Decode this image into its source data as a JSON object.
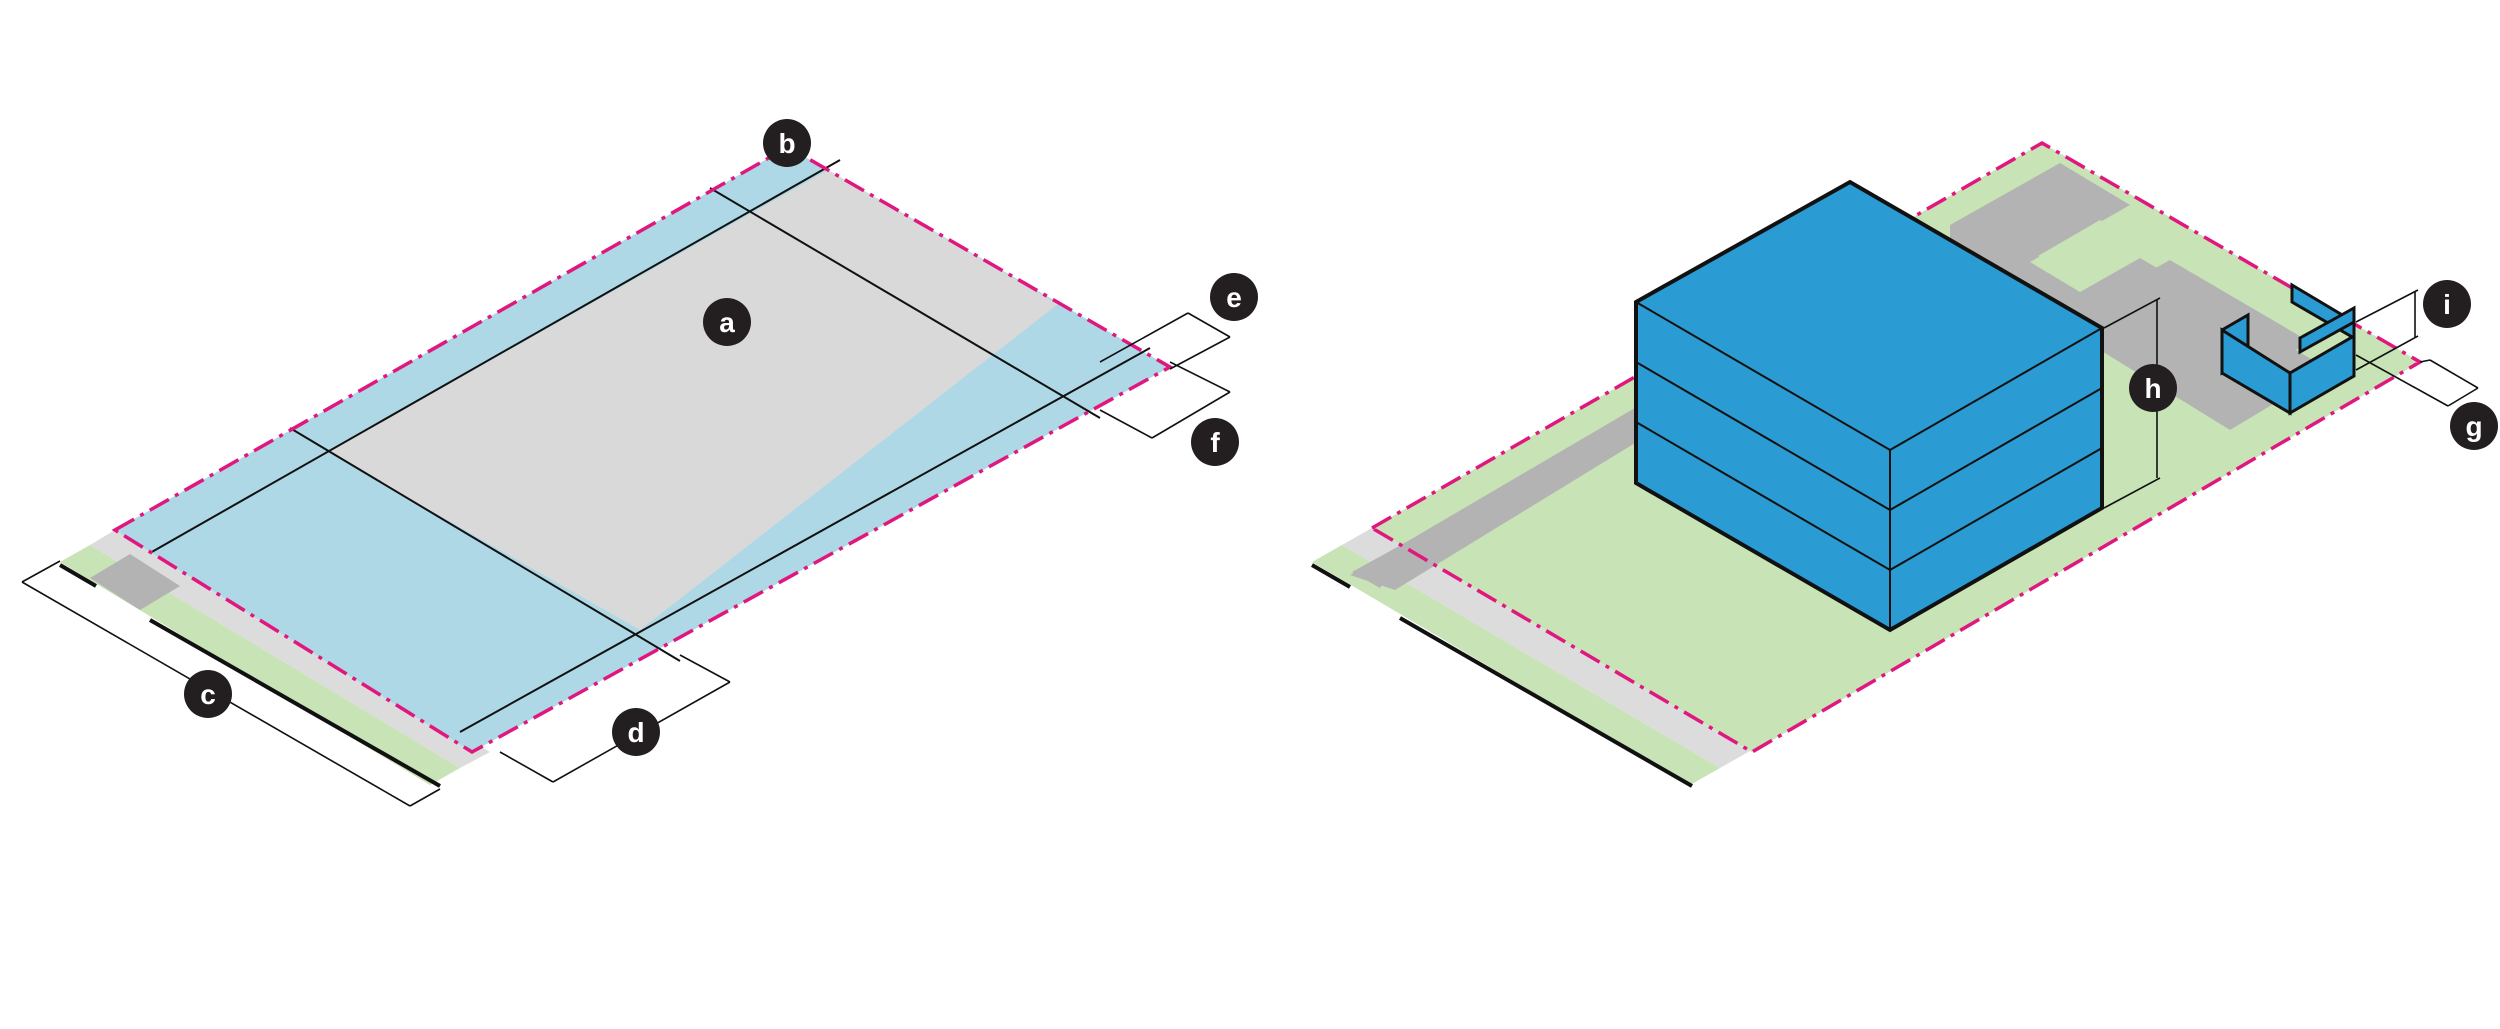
{
  "diagram": {
    "left_panel": {
      "labels": {
        "a": "a",
        "b": "b",
        "c": "c",
        "d": "d",
        "e": "e",
        "f": "f"
      }
    },
    "right_panel": {
      "labels": {
        "g": "g",
        "h": "h",
        "i": "i"
      }
    }
  },
  "colors": {
    "lot_line": "#e0177f",
    "setback": "#aed8e6",
    "buildable": "#d9d9d9",
    "sidewalk": "#dcdcdc",
    "parkway_green": "#c8e3b6",
    "driveway": "#b3b3b3",
    "building": "#2a9bd3",
    "marker": "#231f20"
  }
}
